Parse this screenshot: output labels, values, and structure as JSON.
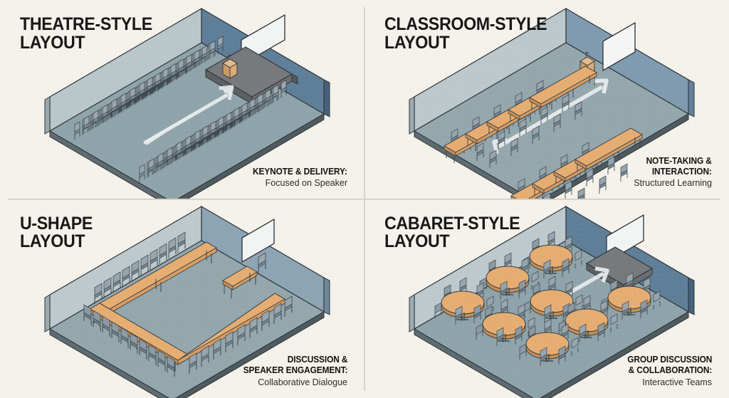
{
  "background_color": "#f4f2ea",
  "divider_color": "#d6d2c6",
  "palette": {
    "floor": "#8fa4aa",
    "floor_shadow": "#7e959c",
    "wall_left": "#b9c6ca",
    "wall_back": "#5f7f99",
    "wall_back_light": "#7f9bb0",
    "base_edge": "#4f5a5e",
    "table_wood": "#e3a96c",
    "table_wood_light": "#eab786",
    "chair": "#8c9aa4",
    "chair_dark": "#5b6a74",
    "stage": "#6e7073",
    "stage_top": "#77797c",
    "screen": "#f2f4f3",
    "podium": "#d7a874",
    "arrow": "#e8eced",
    "outline": "#2c3338"
  },
  "panels": [
    {
      "id": "theatre",
      "title": "THEATRE-STYLE\nLAYOUT",
      "caption_head": "KEYNOTE & DELIVERY:",
      "caption_sub": "Focused on Speaker",
      "room_features": [
        "stage",
        "podium",
        "projection-screen",
        "center-aisle-arrow",
        "rows-of-chairs"
      ],
      "seating": "rows of stacking chairs in two blocks facing a raised stage"
    },
    {
      "id": "classroom",
      "title": "CLASSROOM-STYLE\nLAYOUT",
      "caption_head": "NOTE-TAKING &\nINTERACTION:",
      "caption_sub": "Structured Learning",
      "room_features": [
        "lectern",
        "whiteboard",
        "center-aisle-arrow",
        "rows-of-tables"
      ],
      "seating": "long rectangular tables with chairs in rows facing the front"
    },
    {
      "id": "u-shape",
      "title": "U-SHAPE\nLAYOUT",
      "caption_head": "DISCUSSION &\nSPEAKER ENGAGEMENT:",
      "caption_sub": "Collaborative Dialogue",
      "room_features": [
        "projection-screen",
        "presenter-table",
        "u-shaped-table-run"
      ],
      "seating": "chairs along the outside of a U-shaped table configuration"
    },
    {
      "id": "cabaret",
      "title": "CABARET-STYLE\nLAYOUT",
      "caption_head": "GROUP DISCUSSION\n& COLLABORATION:",
      "caption_sub": "Interactive Teams",
      "room_features": [
        "stage",
        "projection-screen",
        "center-aisle-arrow",
        "round-tables"
      ],
      "seating": "round banquet tables each ringed with chairs facing the stage"
    }
  ]
}
